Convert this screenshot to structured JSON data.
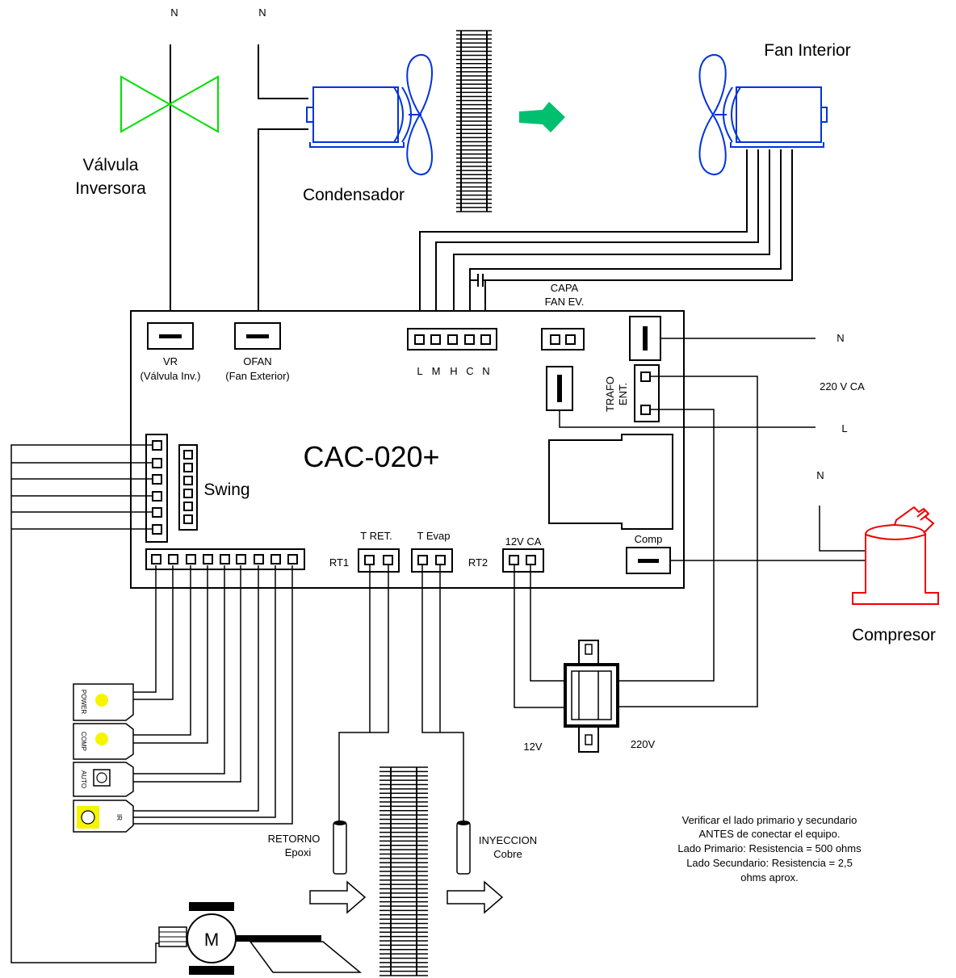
{
  "top_labels": {
    "n_valve": "N",
    "n_fan": "N"
  },
  "labels": {
    "valvula_line1": "Válvula",
    "valvula_line2": "Inversora",
    "condensador": "Condensador",
    "fan_interior": "Fan Interior",
    "board_title": "CAC-020+",
    "vr": "VR",
    "vr_sub": "(Válvula Inv.)",
    "ofan": "OFAN",
    "ofan_sub": "(Fan Exterior)",
    "pins": [
      "L",
      "M",
      "H",
      "C",
      "N"
    ],
    "capa_line1": "CAPA",
    "capa_line2": "FAN EV.",
    "trafo_line1": "TRAFO",
    "trafo_line2": "ENT.",
    "swing": "Swing",
    "rt1": "RT1",
    "rt2": "RT2",
    "t_ret": "T RET.",
    "t_evap": "T Evap",
    "v12ca": "12V CA",
    "comp": "Comp",
    "n_right1": "N",
    "v220ca": "220 V CA",
    "l_right": "L",
    "n_right2": "N",
    "compresor": "Compresor",
    "v12": "12V",
    "v220": "220V",
    "retorno": "RETORNO",
    "epoxi": "Epoxi",
    "inyeccion": "INYECCION",
    "cobre": "Cobre",
    "motor": "M"
  },
  "panel_labels": {
    "power": "POWER",
    "comp": "COMP",
    "auto": "AUTO",
    "ir": "IR"
  },
  "note": {
    "line1": "Verificar el lado primario y secundario",
    "line2": "ANTES de conectar el equipo.",
    "line3": "Lado Primario: Resistencia = 500 ohms",
    "line4": "Lado Secundario: Resistencia = 2,5",
    "line5": "ohms aprox."
  },
  "colors": {
    "valve": "#00e000",
    "fan_blue": "#0033dd",
    "arrow_green": "#00c070",
    "compressor_red": "#ee0000",
    "led_yellow": "#f5f500"
  }
}
